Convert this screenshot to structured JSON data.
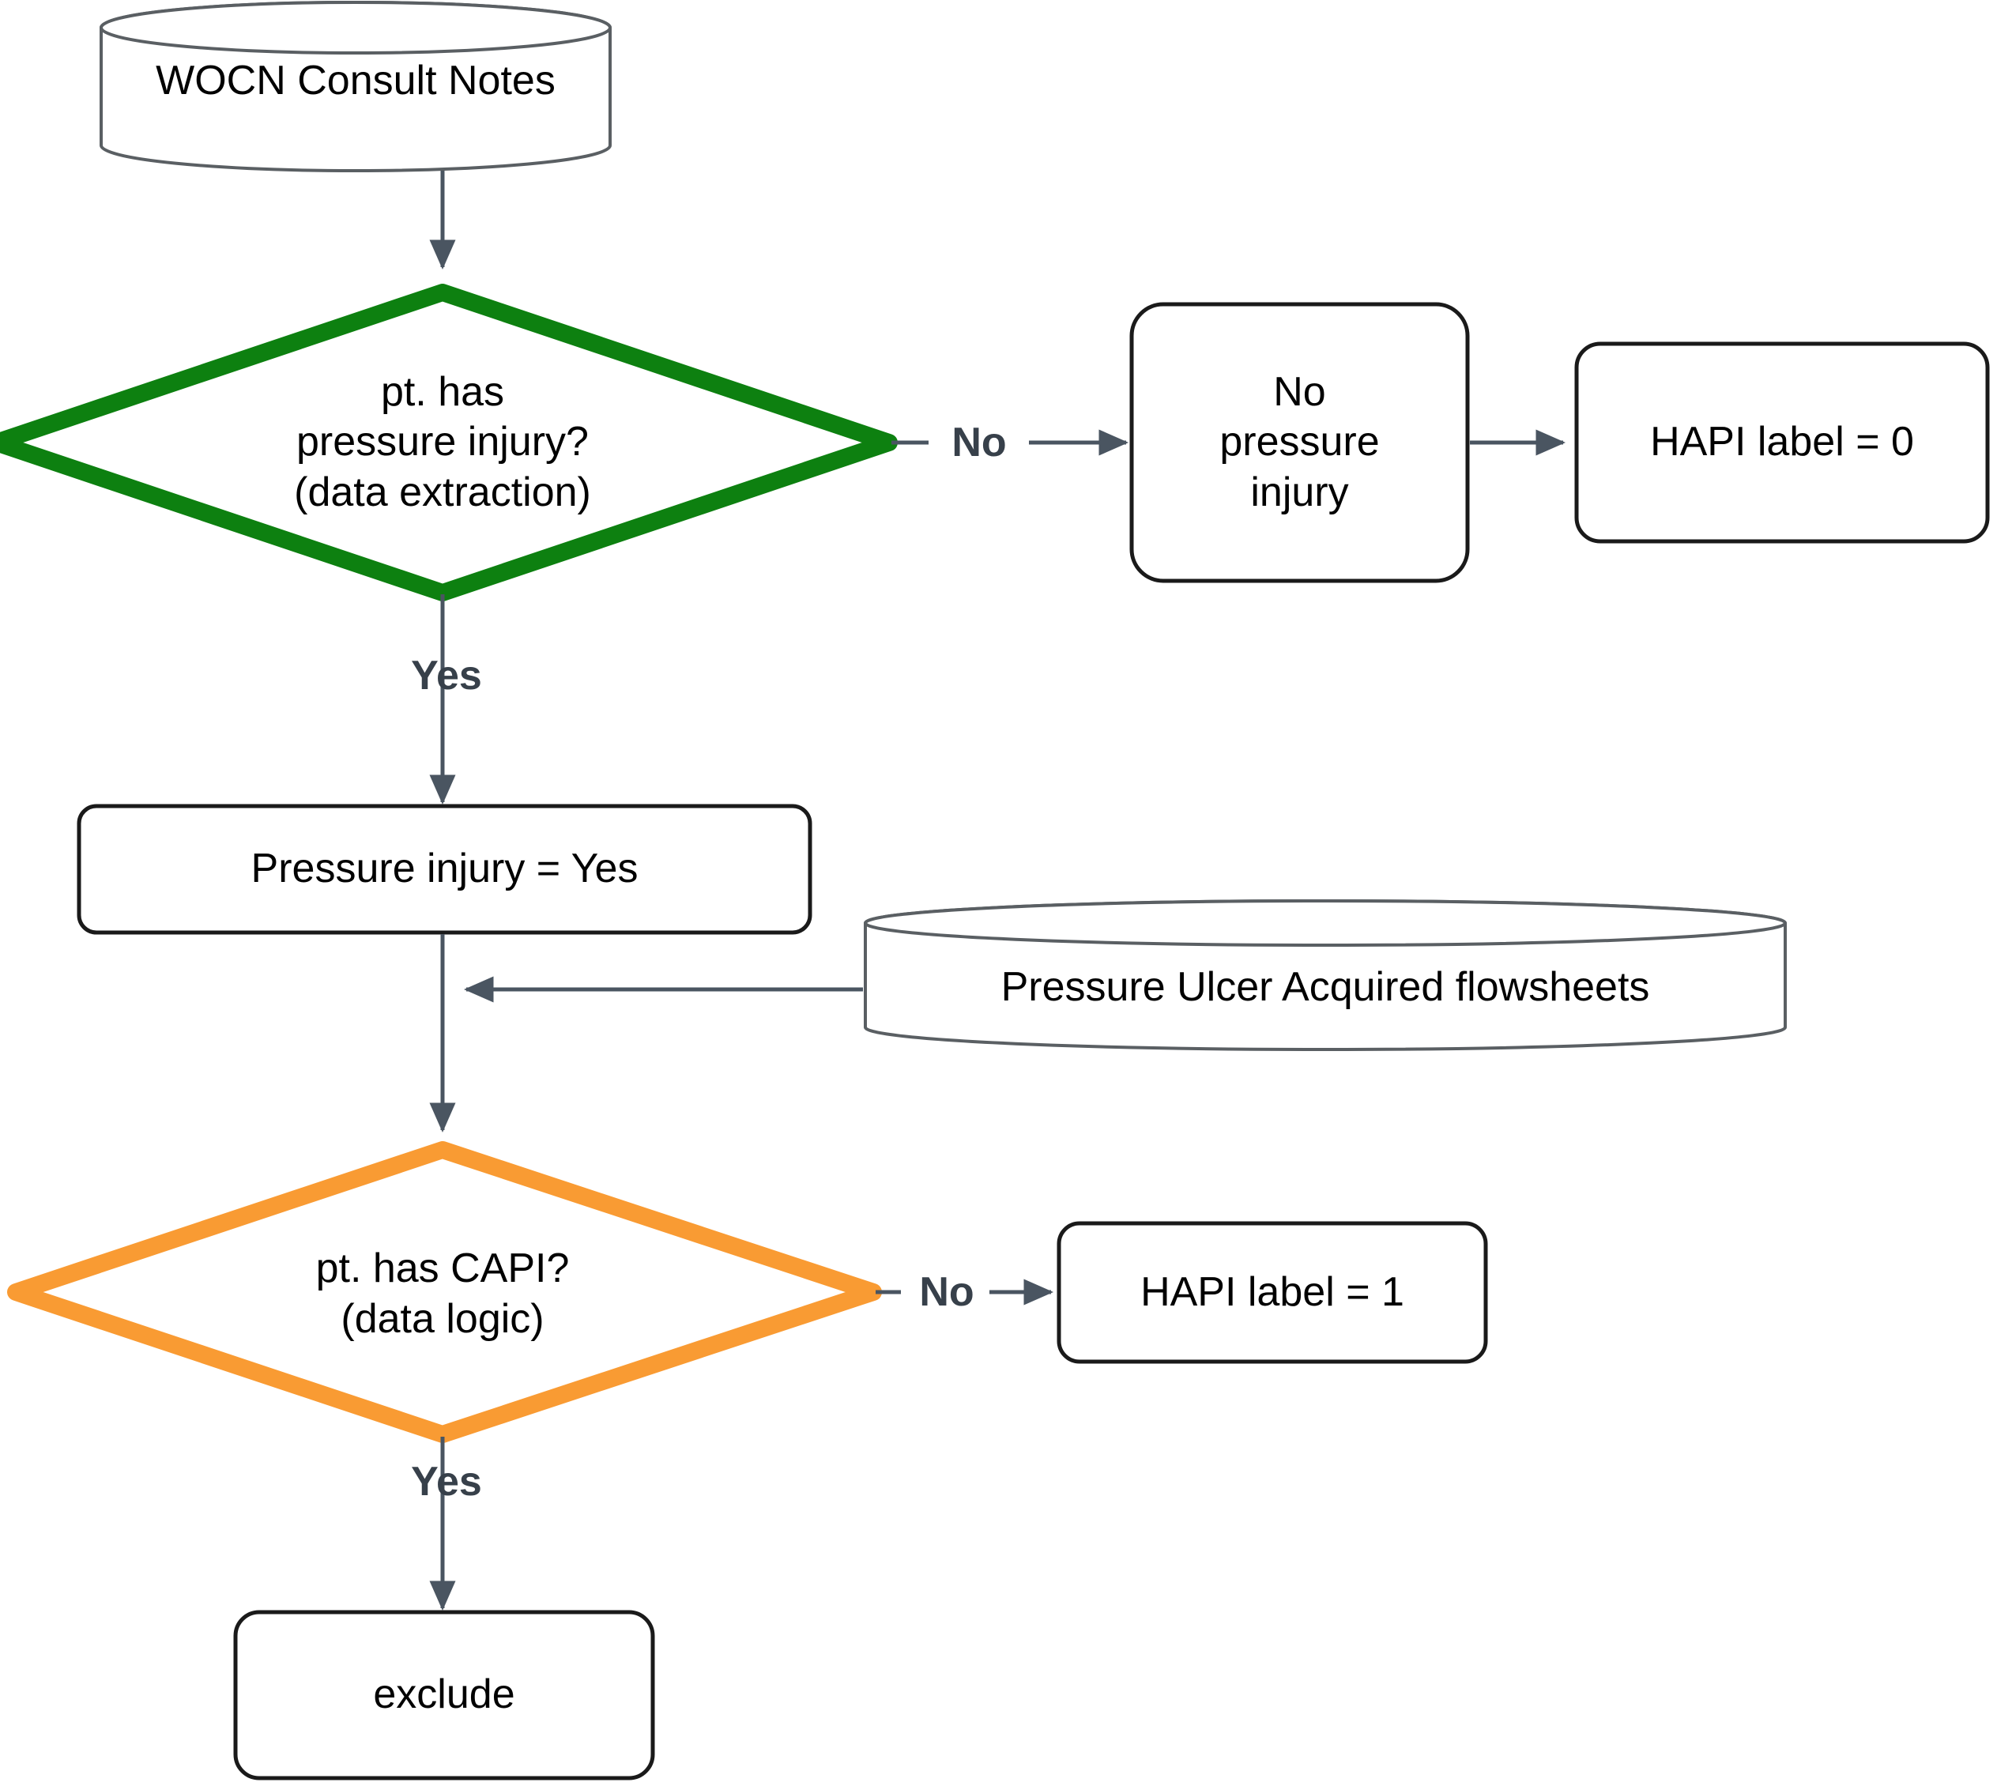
{
  "diagram": {
    "title": "HAPI labeling flowchart",
    "colors": {
      "green_decision_border": "#0d8010",
      "orange_decision_border": "#f99b33",
      "connector": "#4a5561",
      "node_border": "#1a1a1a",
      "cylinder_border": "#5a5f63",
      "edge_label_text": "#37404a",
      "node_text": "#000000",
      "background": "#ffffff"
    },
    "nodes": [
      {
        "id": "wocn-consult-notes",
        "shape": "cylinder",
        "label": "WOCN Consult Notes"
      },
      {
        "id": "pt-has-pressure-injury",
        "shape": "diamond",
        "label": "pt. has\npressure injury?\n(data extraction)",
        "accent": "#0d8010"
      },
      {
        "id": "no-pressure-injury",
        "shape": "rounded-rect",
        "label": "No\npressure\ninjury"
      },
      {
        "id": "hapi-label-0",
        "shape": "rounded-rect",
        "label": "HAPI label = 0"
      },
      {
        "id": "pressure-injury-yes",
        "shape": "rounded-rect",
        "label": "Pressure injury = Yes"
      },
      {
        "id": "pressure-ulcer-acquired-flowsheets",
        "shape": "cylinder",
        "label": "Pressure Ulcer Acquired flowsheets"
      },
      {
        "id": "pt-has-capi",
        "shape": "diamond",
        "label": "pt. has CAPI?\n(data logic)",
        "accent": "#f99b33"
      },
      {
        "id": "hapi-label-1",
        "shape": "rounded-rect",
        "label": "HAPI label = 1"
      },
      {
        "id": "exclude",
        "shape": "rounded-rect",
        "label": "exclude"
      }
    ],
    "edges": [
      {
        "id": "e1",
        "from": "wocn-consult-notes",
        "to": "pt-has-pressure-injury",
        "label": ""
      },
      {
        "id": "e2",
        "from": "pt-has-pressure-injury",
        "to": "no-pressure-injury",
        "label": "No"
      },
      {
        "id": "e3",
        "from": "no-pressure-injury",
        "to": "hapi-label-0",
        "label": ""
      },
      {
        "id": "e4",
        "from": "pt-has-pressure-injury",
        "to": "pressure-injury-yes",
        "label": "Yes"
      },
      {
        "id": "e5",
        "from": "pressure-ulcer-acquired-flowsheets",
        "to": "pressure-injury-yes",
        "label": ""
      },
      {
        "id": "e6",
        "from": "pressure-injury-yes",
        "to": "pt-has-capi",
        "label": ""
      },
      {
        "id": "e7",
        "from": "pt-has-capi",
        "to": "hapi-label-1",
        "label": "No"
      },
      {
        "id": "e8",
        "from": "pt-has-capi",
        "to": "exclude",
        "label": "Yes"
      }
    ],
    "edge_labels": {
      "no_upper": "No",
      "yes_upper": "Yes",
      "no_lower": "No",
      "yes_lower": "Yes"
    }
  }
}
